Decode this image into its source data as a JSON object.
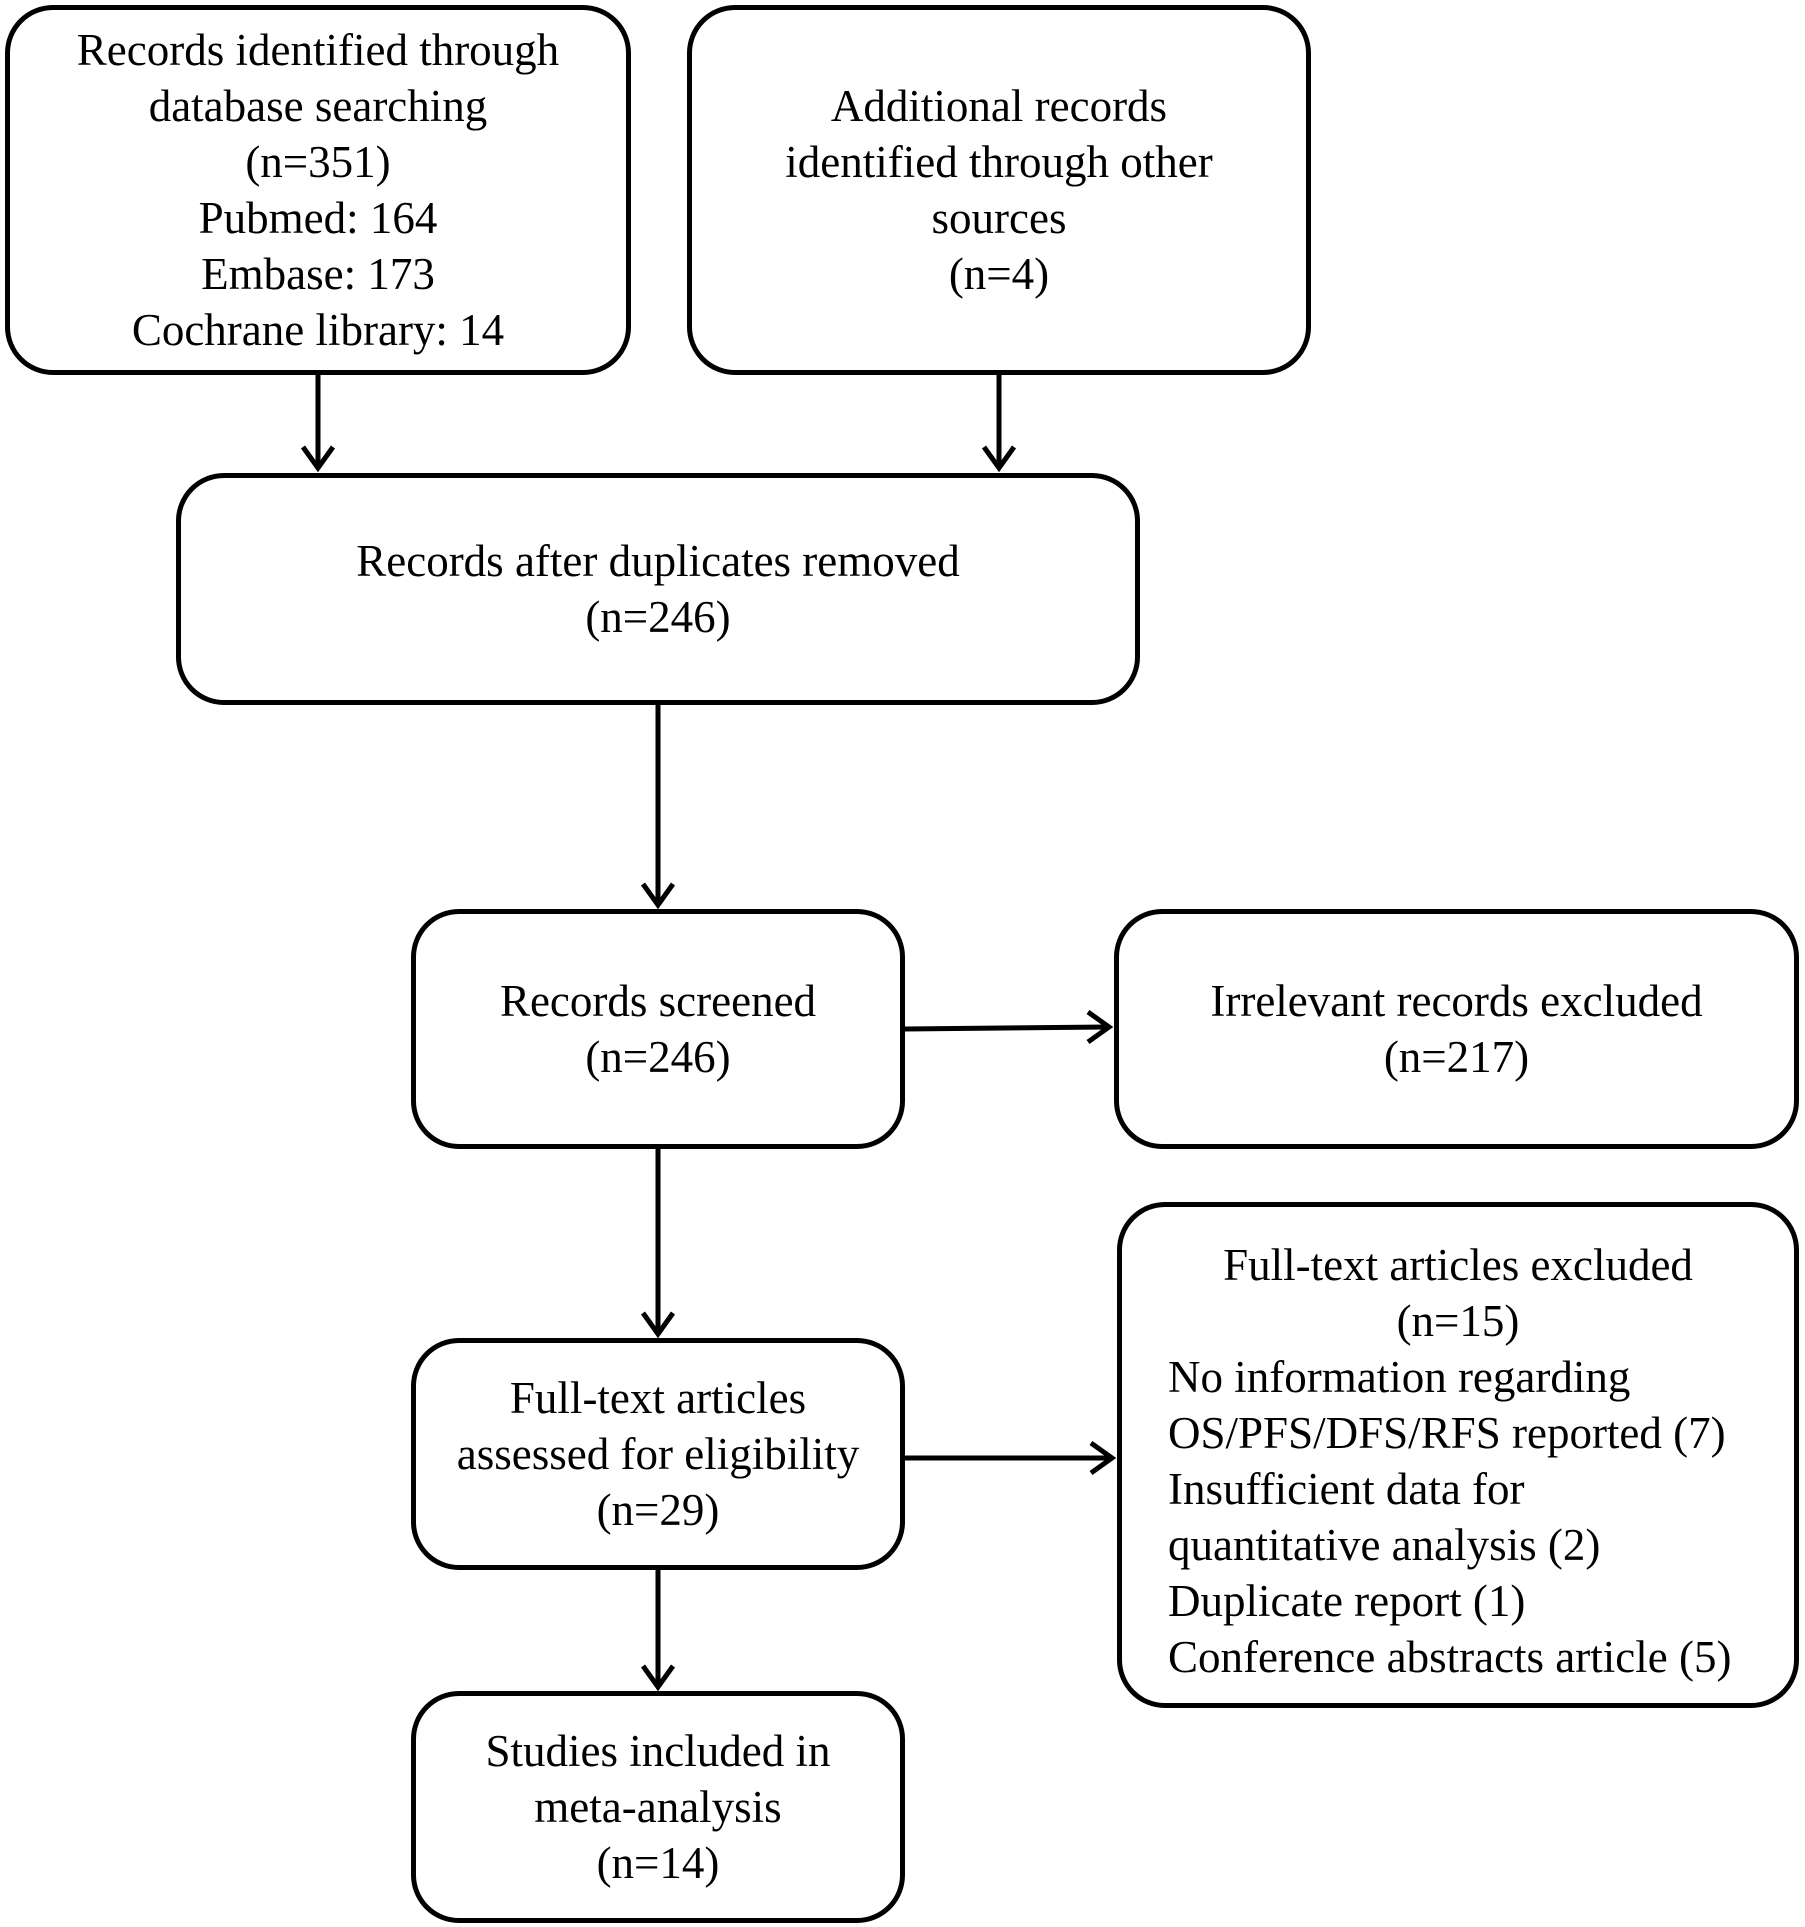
{
  "flowchart": {
    "identified": {
      "lines": [
        "Records identified through",
        "database searching",
        "(n=351)",
        "Pubmed: 164",
        "Embase: 173",
        "Cochrane library: 14"
      ]
    },
    "other_sources": {
      "lines": [
        "Additional records",
        "identified through other",
        "sources",
        "(n=4)"
      ]
    },
    "after_duplicates": {
      "lines": [
        "Records after duplicates removed",
        "(n=246)"
      ]
    },
    "screened": {
      "lines": [
        "Records screened",
        "(n=246)"
      ]
    },
    "irrelevant": {
      "lines": [
        "Irrelevant records excluded",
        "(n=217)"
      ]
    },
    "fulltext_assessed": {
      "lines": [
        "Full-text articles",
        "assessed for eligibility",
        "(n=29)"
      ]
    },
    "fulltext_excluded": {
      "heading": [
        "Full-text articles excluded",
        "(n=15)"
      ],
      "reasons": [
        "No information regarding",
        "OS/PFS/DFS/RFS reported (7)",
        "Insufficient data for",
        "quantitative analysis (2)",
        "Duplicate report (1)",
        "Conference abstracts article (5)"
      ]
    },
    "included": {
      "lines": [
        "Studies included in",
        "meta-analysis",
        "(n=14)"
      ]
    },
    "colors": {
      "stroke": "#000000",
      "background": "#ffffff"
    }
  }
}
